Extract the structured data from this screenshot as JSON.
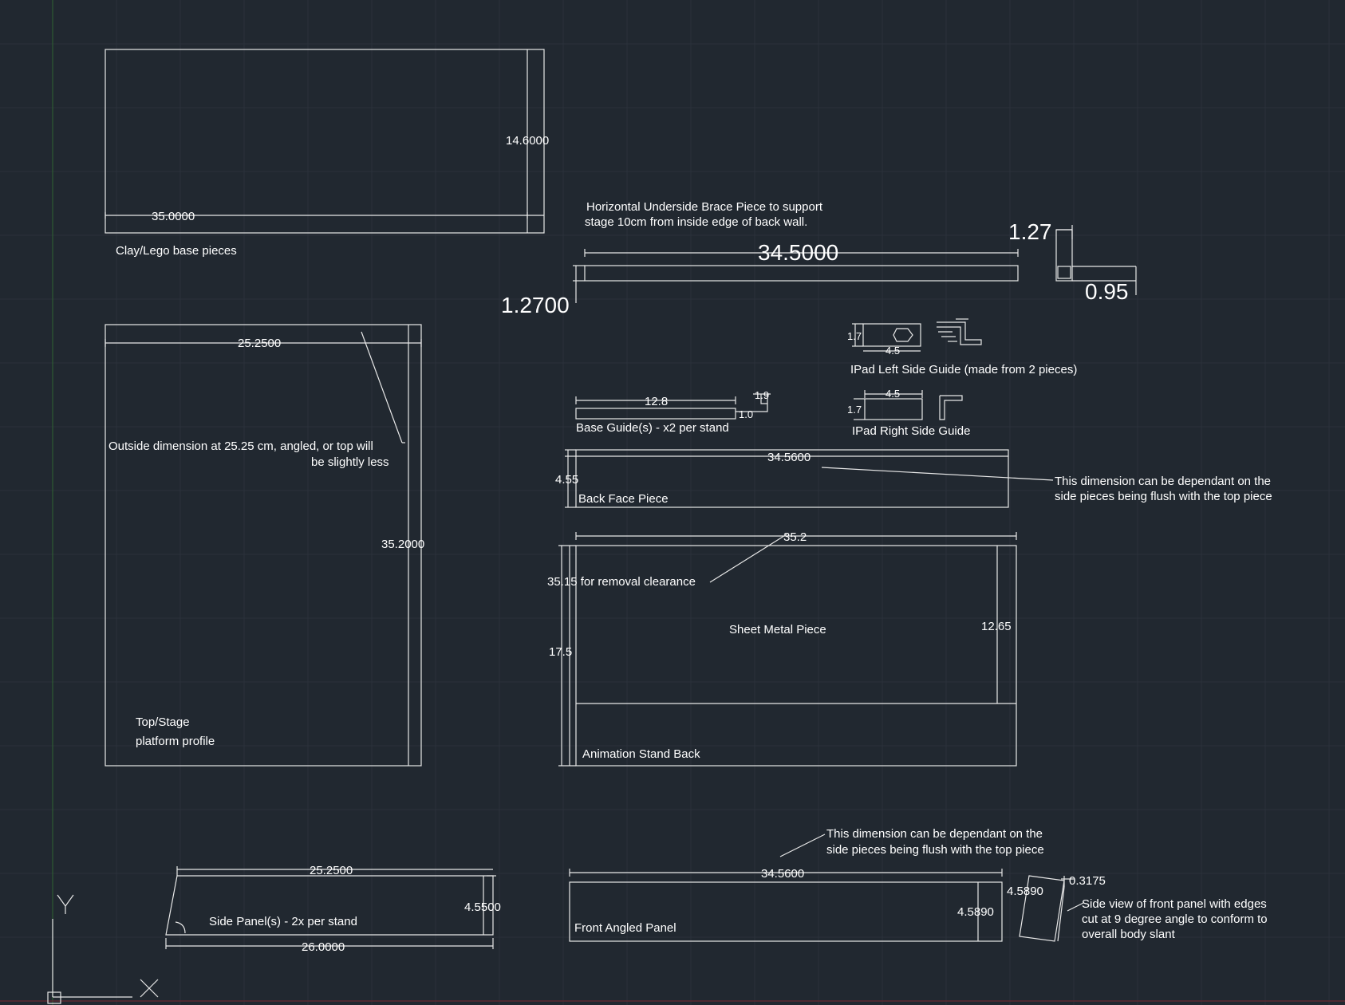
{
  "colors": {
    "background": "#212830",
    "lines": "#e8e8e8",
    "text": "#ffffff",
    "grid": "#2a313a"
  },
  "icons": {
    "ucs": "ucs-icon"
  },
  "labels": {
    "clay_base": "Clay/Lego base pieces",
    "brace_note_1": "Horizontal Underside Brace Piece to support",
    "brace_note_2": "stage 10cm from inside edge of back wall.",
    "top_stage_1": "Top/Stage",
    "top_stage_2": "platform profile",
    "outside_note_1": "Outside dimension at 25.25 cm, angled, or top will",
    "outside_note_2": "be slightly less",
    "ipad_left": "IPad Left Side Guide (made from 2 pieces)",
    "ipad_right": "IPad Right Side Guide",
    "base_guide": "Base Guide(s) - x2 per stand",
    "back_face": "Back Face Piece",
    "flush_note_1": "This dimension can be dependant on the",
    "flush_note_2": "side pieces being flush with the top piece",
    "removal": "35.15 for removal clearance",
    "sheet_metal": "Sheet Metal Piece",
    "anim_back": "Animation Stand Back",
    "side_panel": "Side Panel(s) - 2x per stand",
    "front_panel": "Front Angled Panel",
    "side_view_1": "Side view of front panel with edges",
    "side_view_2": "cut at 9 degree angle to conform to",
    "side_view_3": "overall body slant",
    "axis_y": "Y",
    "axis_x": "X"
  },
  "dims": {
    "clay_w": "35.0000",
    "clay_h": "14.6000",
    "brace_len": "34.5000",
    "brace_h": "1.2700",
    "brace_sec_w": "1.27",
    "brace_sec_h": "0.95",
    "top_w": "25.2500",
    "top_h": "35.2000",
    "ipl_h": "1.7",
    "ipl_w": "4.5",
    "ipr_w": "4.5",
    "ipr_h": "1.7",
    "bg_len": "12.8",
    "bg_h1": "1.9",
    "bg_h2": "1.0",
    "bf_len": "34.5600",
    "bf_h": "4.55",
    "sm_w": "35.2",
    "sm_h": "12.65",
    "ab_h": "17.5",
    "sp_top": "25.2500",
    "sp_bottom": "26.0000",
    "sp_h": "4.5500",
    "fp_len": "34.5600",
    "fp_h": "4.5890",
    "sv_h": "4.5890",
    "sv_t": "0.3175"
  }
}
